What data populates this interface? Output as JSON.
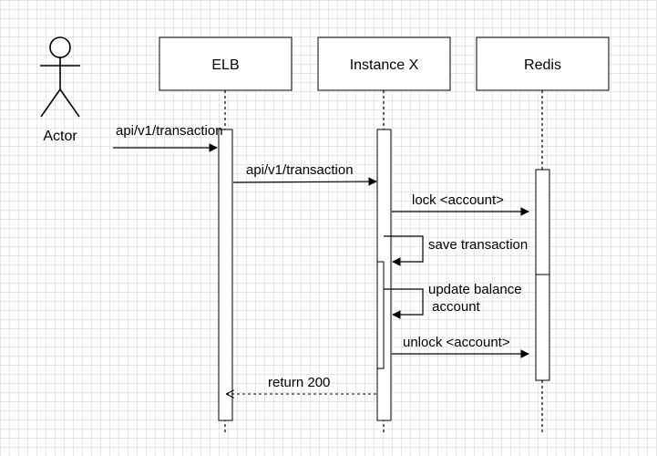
{
  "actor": {
    "label": "Actor"
  },
  "participants": [
    {
      "id": "elb",
      "label": "ELB"
    },
    {
      "id": "instance",
      "label": "Instance X"
    },
    {
      "id": "redis",
      "label": "Redis"
    }
  ],
  "messages": [
    {
      "id": "m1",
      "from": "Actor",
      "to": "ELB",
      "label": "api/v1/transaction"
    },
    {
      "id": "m2",
      "from": "ELB",
      "to": "Instance X",
      "label": "api/v1/transaction"
    },
    {
      "id": "m3",
      "from": "Instance X",
      "to": "Redis",
      "label": "lock <account>"
    },
    {
      "id": "m4",
      "from": "Instance X",
      "to": "Instance X",
      "label": "save transaction"
    },
    {
      "id": "m5",
      "from": "Instance X",
      "to": "Instance X",
      "label_lines": [
        "update balance",
        " account"
      ]
    },
    {
      "id": "m6",
      "from": "Instance X",
      "to": "Redis",
      "label": "unlock <account>"
    },
    {
      "id": "m7",
      "from": "Instance X",
      "to": "ELB",
      "label": "return 200",
      "kind": "return"
    }
  ]
}
